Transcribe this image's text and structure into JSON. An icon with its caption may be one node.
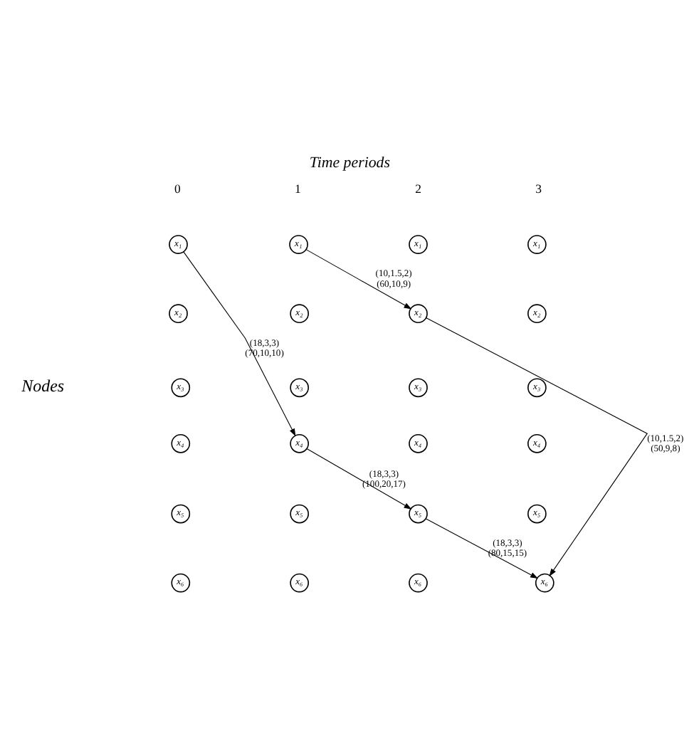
{
  "diagram": {
    "title": "Time periods",
    "nodes": [
      {
        "text": [
          "x₁"
        ]
      },
      {
        "text": [
          "x₁"
        ]
      },
      {
        "text": [
          "x₁"
        ]
      },
      {
        "text": [
          "x₁"
        ]
      },
      {
        "text": [
          "x₂"
        ]
      },
      {
        "text": [
          "x₂"
        ]
      },
      {
        "text": [
          "x₂"
        ]
      },
      {
        "text": [
          "x₂"
        ]
      },
      {
        "text": [
          "x₃"
        ]
      },
      {
        "text": [
          "x₃"
        ]
      },
      {
        "text": [
          "x₃"
        ]
      },
      {
        "text": [
          "x₃"
        ]
      },
      {
        "text": [
          "x₄"
        ]
      },
      {
        "text": [
          "x₄"
        ]
      },
      {
        "text": [
          "x₄"
        ]
      },
      {
        "text": [
          "x₄"
        ]
      },
      {
        "text": [
          "x₅"
        ]
      },
      {
        "text": [
          "x₅"
        ]
      },
      {
        "text": [
          "x₅"
        ]
      },
      {
        "text": [
          "x₅"
        ]
      },
      {
        "text": [
          "x₆"
        ]
      },
      {
        "text": [
          "x₆"
        ]
      },
      {
        "text": [
          "x₆"
        ]
      },
      {
        "text": [
          "x₆"
        ]
      }
    ],
    "edges": [
      {
        "from": 0,
        "to": 13,
        "arrow": "to",
        "label": [
          "(18,3,3)",
          "(70,10,10)"
        ]
      },
      {
        "from": 1,
        "to": 6,
        "arrow": "to",
        "label": [
          "(10,1.5,2)",
          "(60,10,9)"
        ]
      },
      {
        "from": 6,
        "to": 23,
        "arrow": "to",
        "label": [
          "(10,1.5,2)",
          "(50,9,8)"
        ]
      },
      {
        "from": 13,
        "to": 18,
        "arrow": "to",
        "label": [
          "(18,3,3)",
          "(100,20,17)"
        ]
      },
      {
        "from": 18,
        "to": 23,
        "arrow": "to",
        "label": [
          "(18,3,3)",
          "(80,15,15)"
        ]
      }
    ],
    "labels": [
      "0",
      "1",
      "2",
      "3",
      "Nodes"
    ]
  }
}
